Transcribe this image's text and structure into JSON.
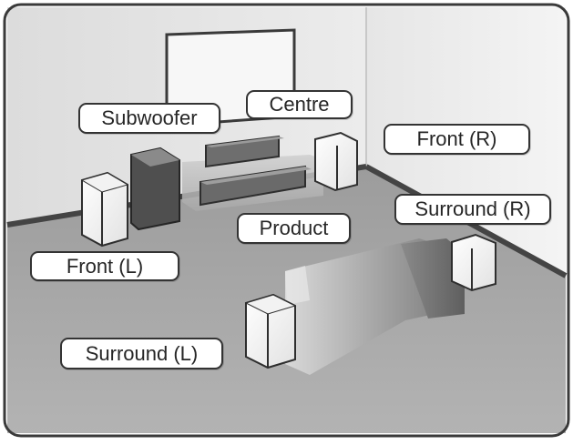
{
  "diagram": {
    "labels": {
      "subwoofer": "Subwoofer",
      "centre": "Centre",
      "front_right": "Front (R)",
      "surround_right": "Surround (R)",
      "product": "Product",
      "front_left": "Front (L)",
      "surround_left": "Surround (L)"
    }
  }
}
